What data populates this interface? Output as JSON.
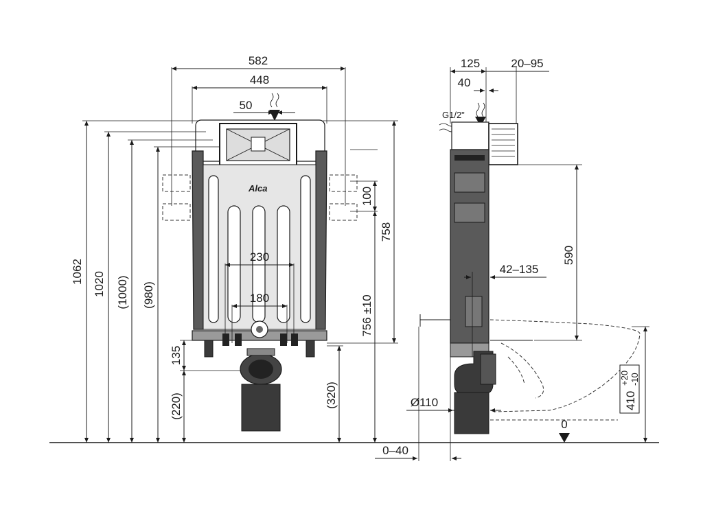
{
  "front_view": {
    "width_overall": "582",
    "width_inner": "448",
    "inlet_offset": "50",
    "height_1062": "1062",
    "height_1020": "1020",
    "height_1000": "(1000)",
    "height_980": "(980)",
    "bracket_spacing": "100",
    "height_758": "758",
    "height_756": "756 ±10",
    "bolt_spacing_230": "230",
    "bolt_spacing_180": "180",
    "foot_135": "135",
    "foot_220": "(220)",
    "foot_320": "(320)",
    "brand_label": "Alca"
  },
  "side_view": {
    "depth_125": "125",
    "wall_20_95": "20–95",
    "offset_40": "40",
    "inlet_thread": "G1/2\"",
    "height_590": "590",
    "range_42_135": "42–135",
    "pipe_diameter": "Ø110",
    "floor_0_40": "0–40",
    "floor_zero": "0",
    "seat_height_base": "410",
    "seat_tol_plus": "+20",
    "seat_tol_minus": "-10"
  }
}
